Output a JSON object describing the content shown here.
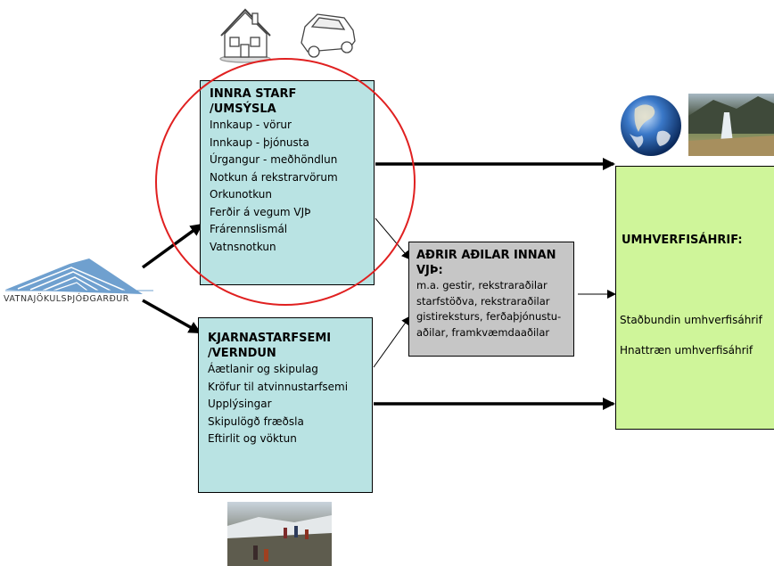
{
  "logo": {
    "text": "VATNAJÖKULSÞJÓÐGARÐUR"
  },
  "inner_box": {
    "title": "INNRA STARF\n/UMSÝSLA",
    "items": [
      "Innkaup - vörur",
      "Innkaup - þjónusta",
      "Úrgangur - meðhöndlun",
      "Notkun á rekstrarvörum",
      "Orkunotkun",
      "Ferðir á vegum VJÞ",
      "Frárennslismál",
      "Vatnsnotkun"
    ]
  },
  "core_box": {
    "title": "KJARNASTARFSEMI\n/VERNDUN",
    "items": [
      "Áætlanir og skipulag",
      "Kröfur til atvinnustarfsemi",
      "Upplýsingar",
      "Skipulögð fræðsla",
      "Eftirlit og vöktun"
    ]
  },
  "other_box": {
    "title": "AÐRIR AÐILAR INNAN VJÞ:",
    "items": [
      "m.a. gestir, rekstraraðilar",
      "starfstöðva, rekstraraðilar",
      "gistireksturs, ferðaþjónustu-",
      "aðilar, framkvæmdaaðilar"
    ]
  },
  "impact_box": {
    "title": "UMHVERFISÁHRIF:",
    "items": [
      "Staðbundin umhverfisáhrif",
      "Hnattræn umhverfisáhrif"
    ]
  },
  "colors": {
    "teal_box": "#b9e3e3",
    "grey_box": "#c6c6c6",
    "green_box": "#cff59a",
    "circle": "#e02020"
  },
  "icons": [
    "house-icon",
    "car-icon",
    "earth-icon",
    "waterfall-photo-icon",
    "hikers-photo-icon",
    "glacier-logo-icon"
  ]
}
